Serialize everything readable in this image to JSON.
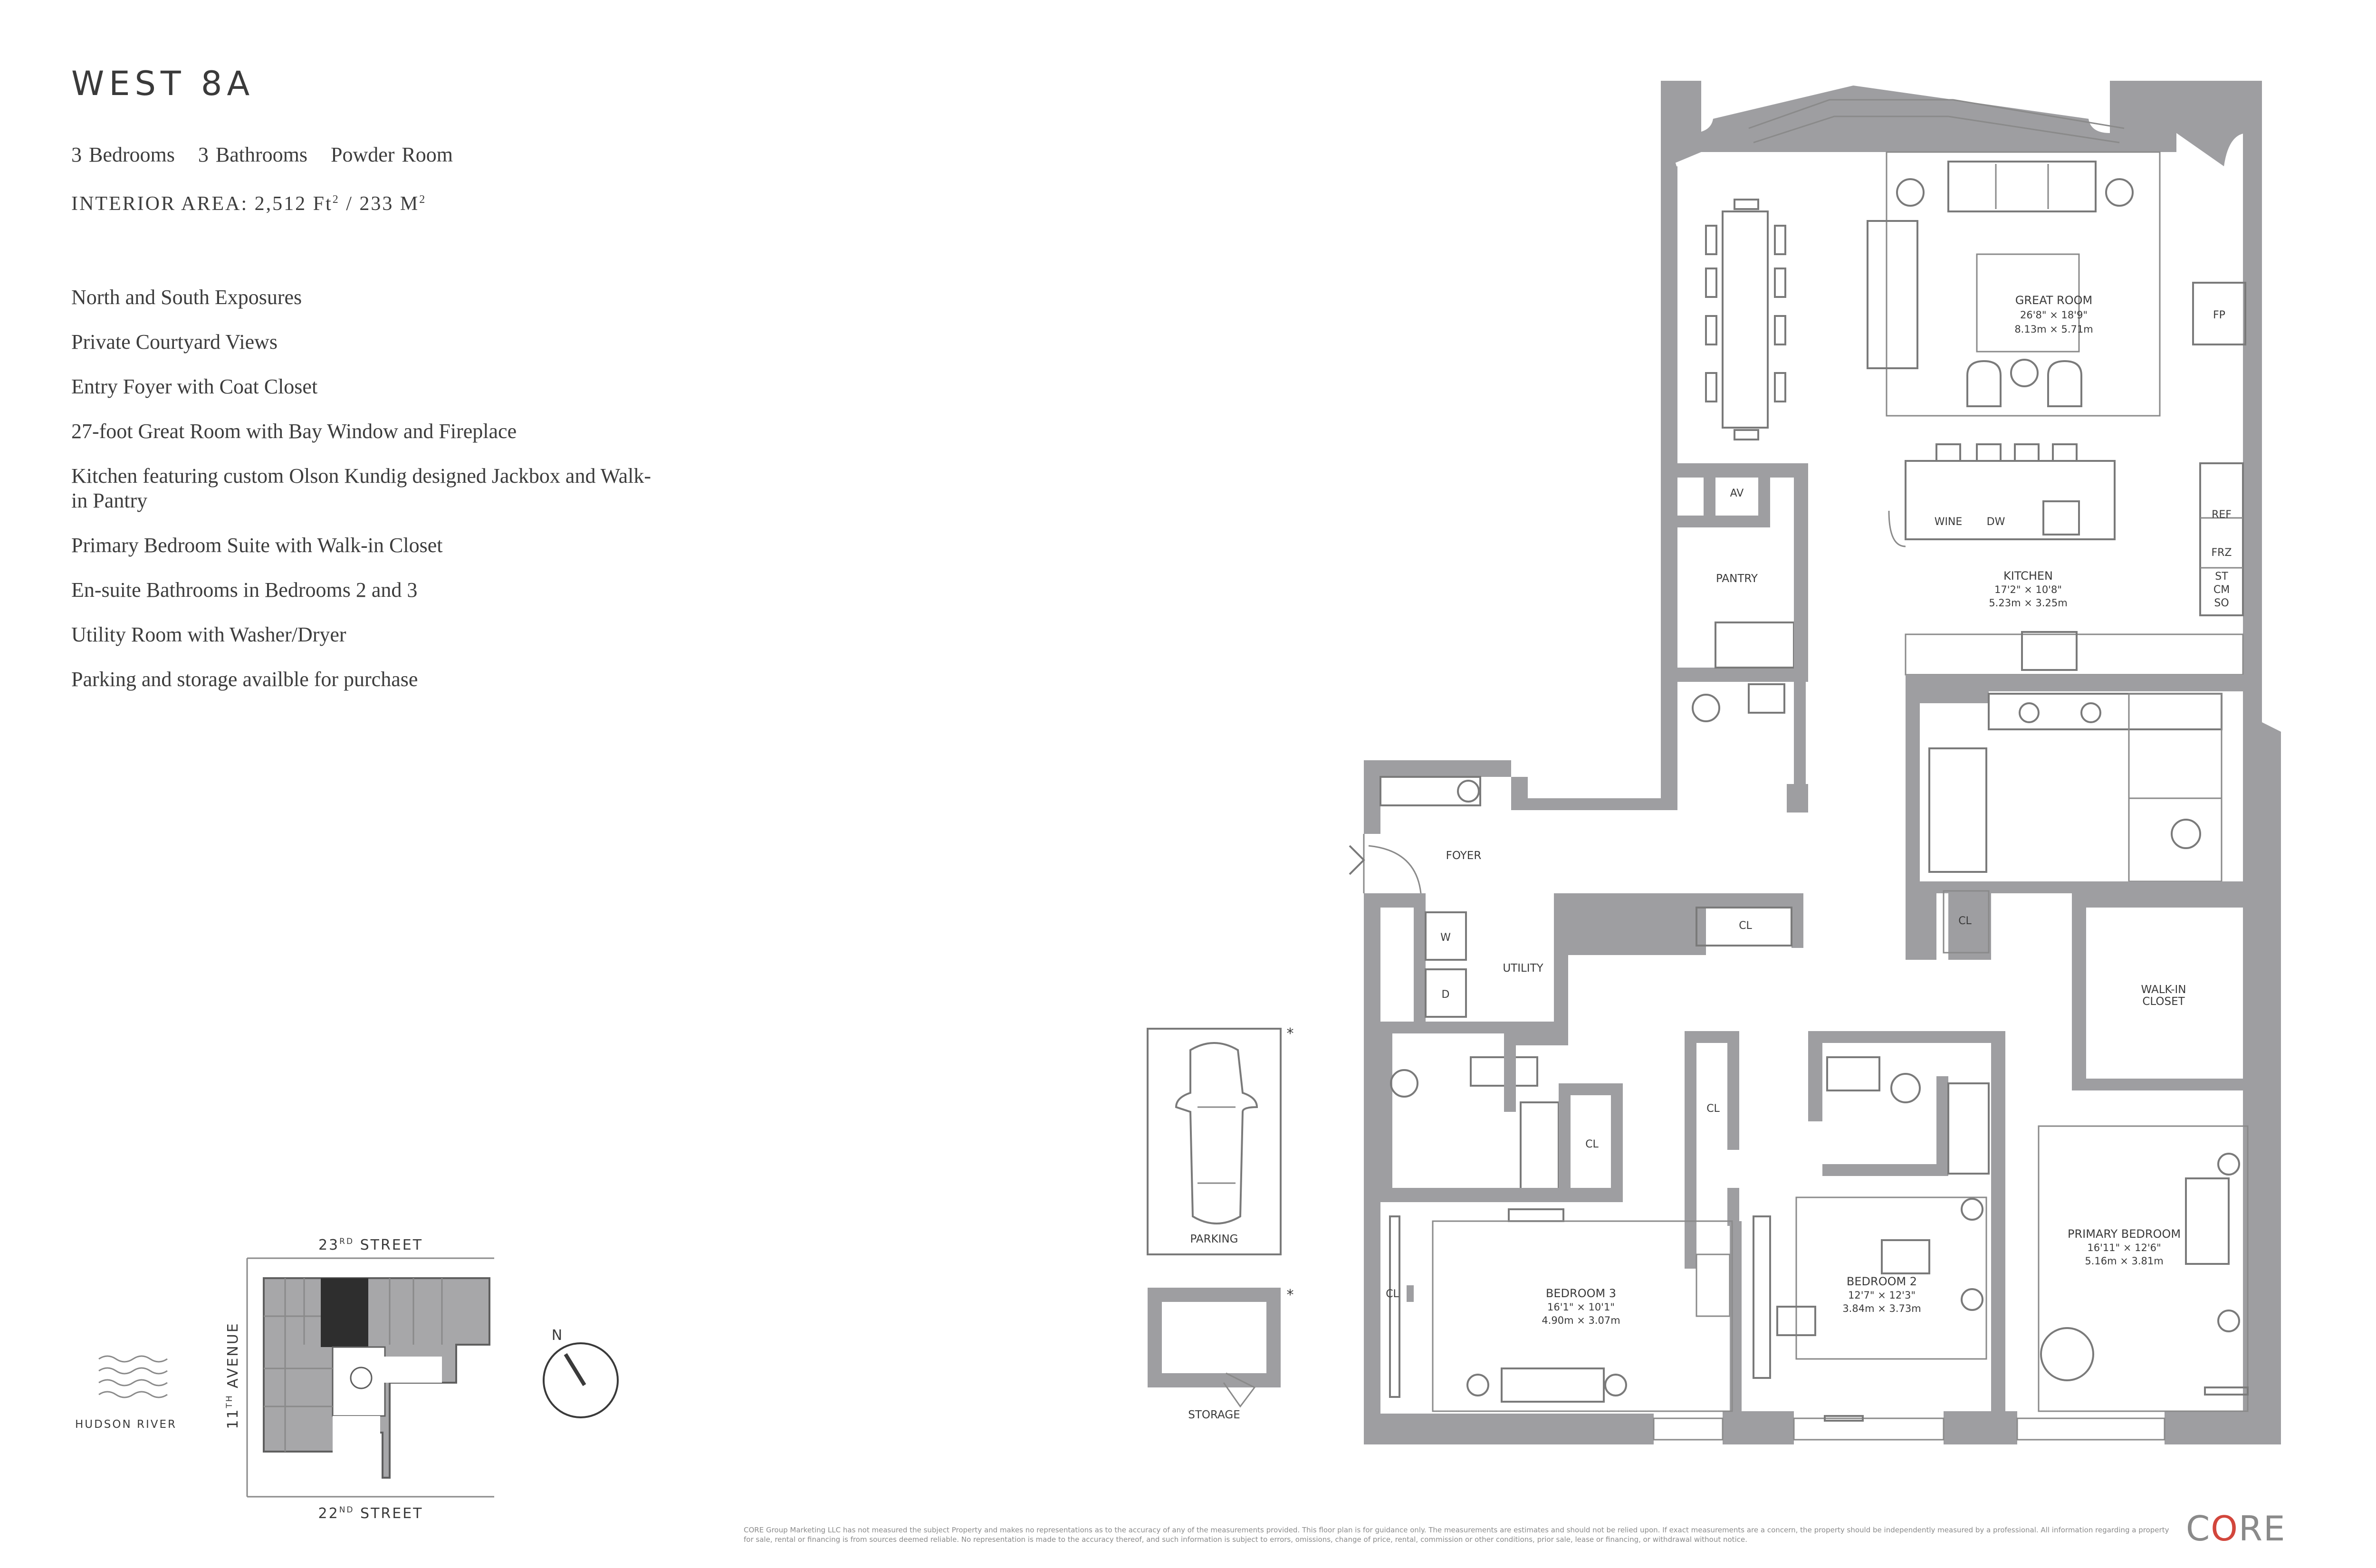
{
  "unit": {
    "name": "WEST 8A",
    "bedrooms": "3 Bedrooms",
    "bathrooms": "3 Bathrooms",
    "powder": "Powder Room",
    "area_label": "INTERIOR AREA:",
    "area_ft": "2,512 Ft",
    "area_sep": "/",
    "area_m": "233 M",
    "sup": "2"
  },
  "features": [
    "North and South Exposures",
    "Private Courtyard Views",
    "Entry Foyer with Coat Closet",
    "27-foot Great Room with Bay Window and Fireplace",
    "Kitchen featuring custom Olson Kundig designed Jackbox and Walk-in Pantry",
    "Primary Bedroom Suite with Walk-in Closet",
    "En-suite Bathrooms in Bedrooms 2 and 3",
    "Utility Room with Washer/Dryer",
    "Parking and storage availble for purchase"
  ],
  "rooms": {
    "great_room": {
      "name": "GREAT ROOM",
      "dim_ft": "26'8\" × 18'9\"",
      "dim_m": "8.13m × 5.71m"
    },
    "kitchen": {
      "name": "KITCHEN",
      "dim_ft": "17'2\" × 10'8\"",
      "dim_m": "5.23m × 3.25m"
    },
    "bedroom3": {
      "name": "BEDROOM 3",
      "dim_ft": "16'1\" × 10'1\"",
      "dim_m": "4.90m × 3.07m"
    },
    "bedroom2": {
      "name": "BEDROOM 2",
      "dim_ft": "12'7\" × 12'3\"",
      "dim_m": "3.84m × 3.73m"
    },
    "primary": {
      "name": "PRIMARY BEDROOM",
      "dim_ft": "16'11\" × 12'6\"",
      "dim_m": "5.16m × 3.81m"
    },
    "pantry": "PANTRY",
    "foyer": "FOYER",
    "utility": "UTILITY",
    "walkin_1": "WALK-IN",
    "walkin_2": "CLOSET",
    "parking": "PARKING",
    "storage": "STORAGE"
  },
  "fixtures": {
    "fp": "FP",
    "av": "AV",
    "wine": "WINE",
    "dw": "DW",
    "ref": "REF",
    "frz": "FRZ",
    "st": "ST",
    "cm": "CM",
    "so": "SO",
    "w": "W",
    "d": "D",
    "cl": "CL",
    "asterisk": "*"
  },
  "keyplan": {
    "street_top": "23",
    "street_top_sup": "RD",
    "street_top_suffix": " STREET",
    "street_bottom": "22",
    "street_bottom_sup": "ND",
    "street_bottom_suffix": " STREET",
    "avenue": "11",
    "avenue_sup": "TH",
    "avenue_suffix": " AVENUE",
    "river": "HUDSON RIVER",
    "north": "N"
  },
  "disclaimer": "CORE Group Marketing LLC has not measured the subject Property and makes no representations as to the accuracy of any of the measurements provided. This floor plan is for guidance only. The measurements are estimates and should not be relied upon. If exact measurements are a concern, the property should be independently measured by a professional. All information regarding a property for sale, rental or financing is from sources deemed reliable. No representation is made to the accuracy thereof, and such information is subject to errors, omissions, change of price, rental, commission or other conditions, prior sale, lease or financing, or withdrawal without notice.",
  "logo": {
    "c": "C",
    "o": "O",
    "re": "RE"
  },
  "colors": {
    "wall": "#9e9ea1",
    "key_unit": "#2e2e2e",
    "logo_accent": "#d2463c"
  }
}
